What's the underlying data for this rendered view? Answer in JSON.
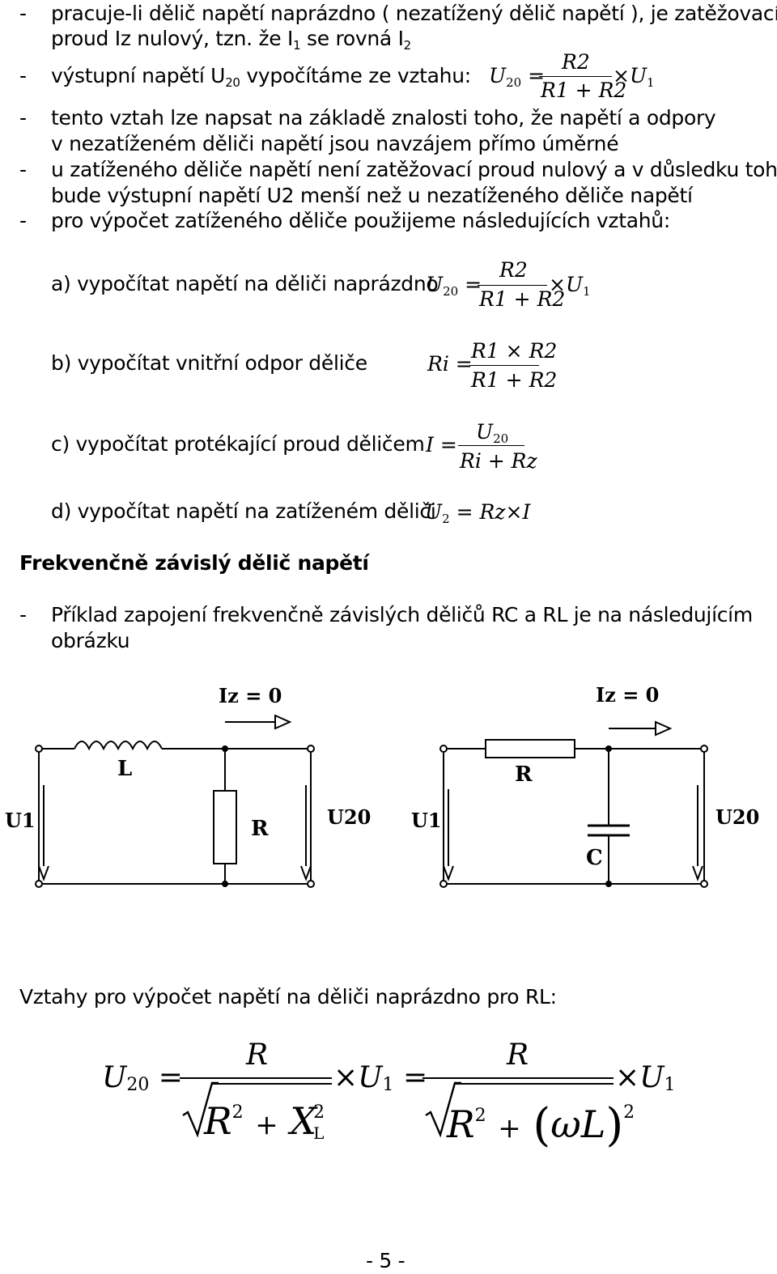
{
  "bullets": {
    "b1_line1": "pracuje-li dělič napětí naprázdno ( nezatížený dělič napětí ), je zatěžovací",
    "b1_line2_pre": "proud Iz nulový, tzn. že I",
    "b1_line2_sub1": "1",
    "b1_line2_mid": " se rovná I",
    "b1_line2_sub2": "2",
    "b2_pre": "výstupní napětí U",
    "b2_sub": "20",
    "b2_post": " vypočítáme ze vztahu:",
    "b3_line1": "tento vztah lze napsat na základě znalosti toho, že napětí a odpory",
    "b3_line2": "v nezatíženém děliči napětí jsou navzájem přímo úměrné",
    "b4_line1": "u zatíženého děliče napětí není zatěžovací proud nulový a v důsledku toho",
    "b4_line2": "bude výstupní napětí U2 menší než u nezatíženého děliče napětí",
    "b5_line1": "pro výpočet zatíženého děliče použijeme následujících vztahů:",
    "dash": "-"
  },
  "steps": {
    "a": "a)  vypočítat napětí na děliči naprázdno",
    "b": "b)  vypočítat vnitřní odpor děliče",
    "c": "c)  vypočítat protékající proud děličem",
    "d": "d)  vypočítat napětí na zatíženém děliči"
  },
  "formulas": {
    "U": "U",
    "U20_sub": "20",
    "U1_sub": "1",
    "U2_sub": "2",
    "eq": "=",
    "times": "×",
    "R2": "R2",
    "R1plusR2": "R1 + R2",
    "R1timesR2": "R1 × R2",
    "Ri": "Ri",
    "I": "I",
    "RiplusRz": "Ri + Rz",
    "Rz": "Rz",
    "R": "R",
    "X": "X",
    "X_sub": "L",
    "sq": "2",
    "plus": "+",
    "omegaL": "ωL"
  },
  "section_heading": "Frekvenčně závislý dělič napětí",
  "example_line1": "Příklad zapojení frekvenčně závislých děličů RC a RL je na následujícím",
  "example_line2": "obrázku",
  "circuit_rl": {
    "current": "Iz = 0",
    "inductor": "L",
    "resistor": "R",
    "input": "U1",
    "output": "U20"
  },
  "circuit_rc": {
    "current": "Iz = 0",
    "resistor": "R",
    "capacitor": "C",
    "input": "U1",
    "output": "U20"
  },
  "rl_heading": "Vztahy pro výpočet napětí na děliči naprázdno pro RL:",
  "page_number": "- 5 -"
}
